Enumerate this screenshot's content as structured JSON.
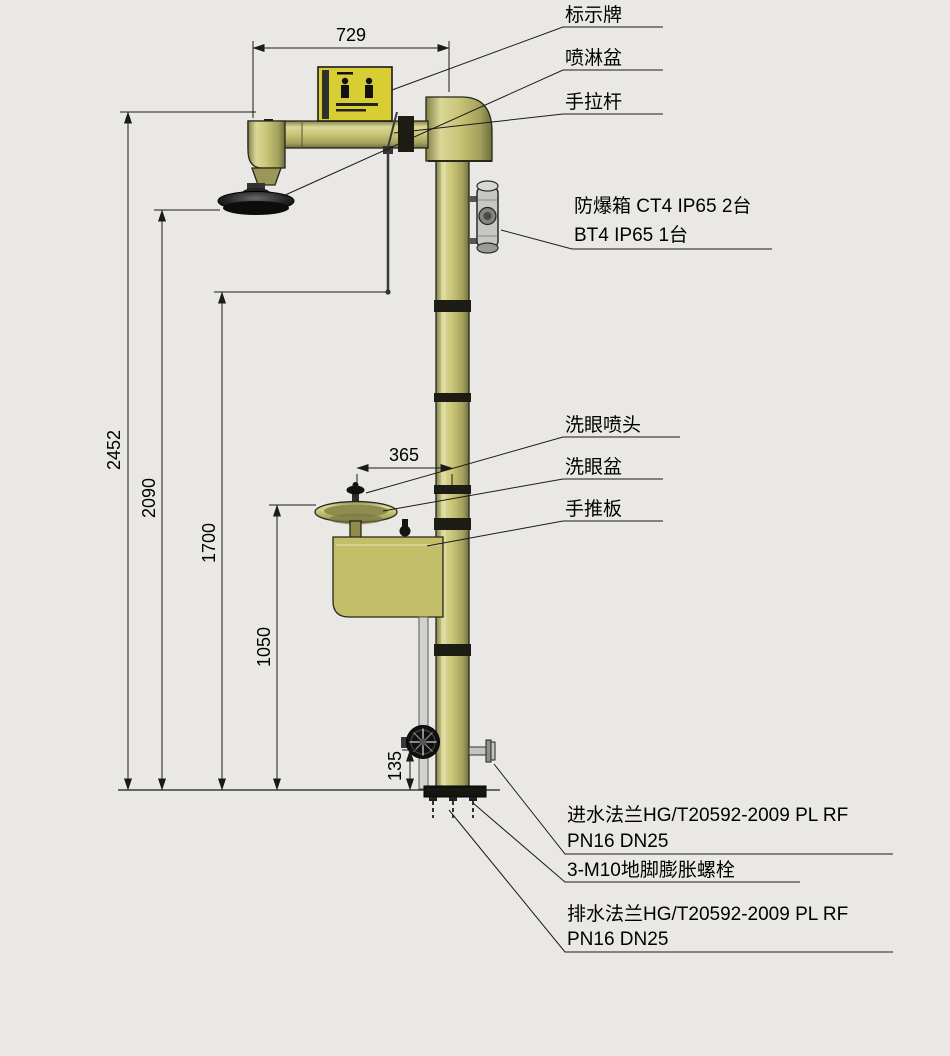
{
  "callouts": {
    "sign_plate": "标示牌",
    "shower_head": "喷淋盆",
    "hand_pull_rod": "手拉杆",
    "explosion_proof_box_line1": "防爆箱 CT4 IP65 2台",
    "explosion_proof_box_line2": "BT4 IP65 1台",
    "eyewash_nozzle": "洗眼喷头",
    "eyewash_bowl": "洗眼盆",
    "hand_push_plate": "手推板",
    "inlet_flange_line1": "进水法兰HG/T20592-2009 PL RF",
    "inlet_flange_line2": "PN16 DN25",
    "anchor_bolts": "3-M10地脚膨胀螺栓",
    "drain_flange_line1": "排水法兰HG/T20592-2009 PL RF",
    "drain_flange_line2": "PN16 DN25"
  },
  "dimensions_mm": {
    "arm_span": "729",
    "overall_height": "2452",
    "shower_head_height": "2090",
    "pull_rod_height": "1700",
    "eyewash_offset": "365",
    "eyewash_height": "1050",
    "inlet_height": "135"
  },
  "colors": {
    "background": "#e9e8e5",
    "pipe_body": "#c6c26c",
    "sign_plate": "#d8cd33",
    "line": "#1a1a1a"
  }
}
